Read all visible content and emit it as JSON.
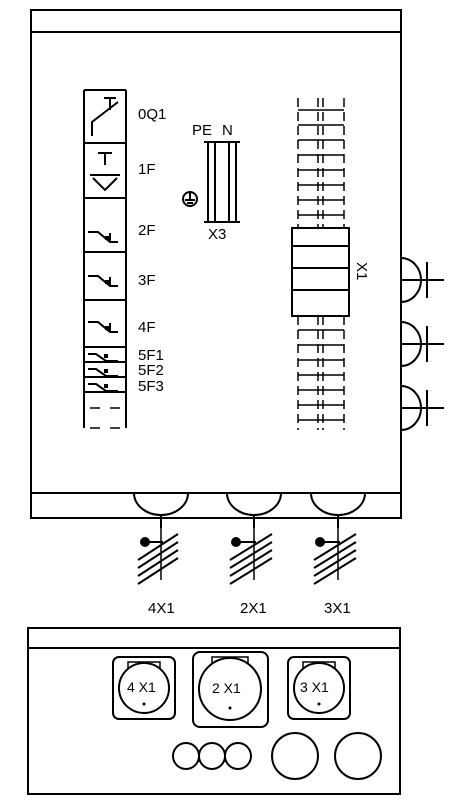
{
  "breakers": [
    {
      "id": "0q1",
      "label": "0Q1"
    },
    {
      "id": "1f",
      "label": "1F"
    },
    {
      "id": "2f",
      "label": "2F"
    },
    {
      "id": "3f",
      "label": "3F"
    },
    {
      "id": "4f",
      "label": "4F"
    },
    {
      "id": "5f1",
      "label": "5F1"
    },
    {
      "id": "5f2",
      "label": "5F2"
    },
    {
      "id": "5f3",
      "label": "5F3"
    }
  ],
  "terminal_x3": {
    "pe_label": "PE",
    "n_label": "N",
    "name": "X3"
  },
  "terminal_x1": {
    "name": "X1"
  },
  "cable_glands": [
    {
      "label": "4X1"
    },
    {
      "label": "2X1"
    },
    {
      "label": "3X1"
    }
  ],
  "front_sockets": [
    {
      "label": "4 X1"
    },
    {
      "label": "2 X1"
    },
    {
      "label": "3 X1"
    }
  ],
  "colors": {
    "line": "#000000",
    "background": "#ffffff"
  }
}
